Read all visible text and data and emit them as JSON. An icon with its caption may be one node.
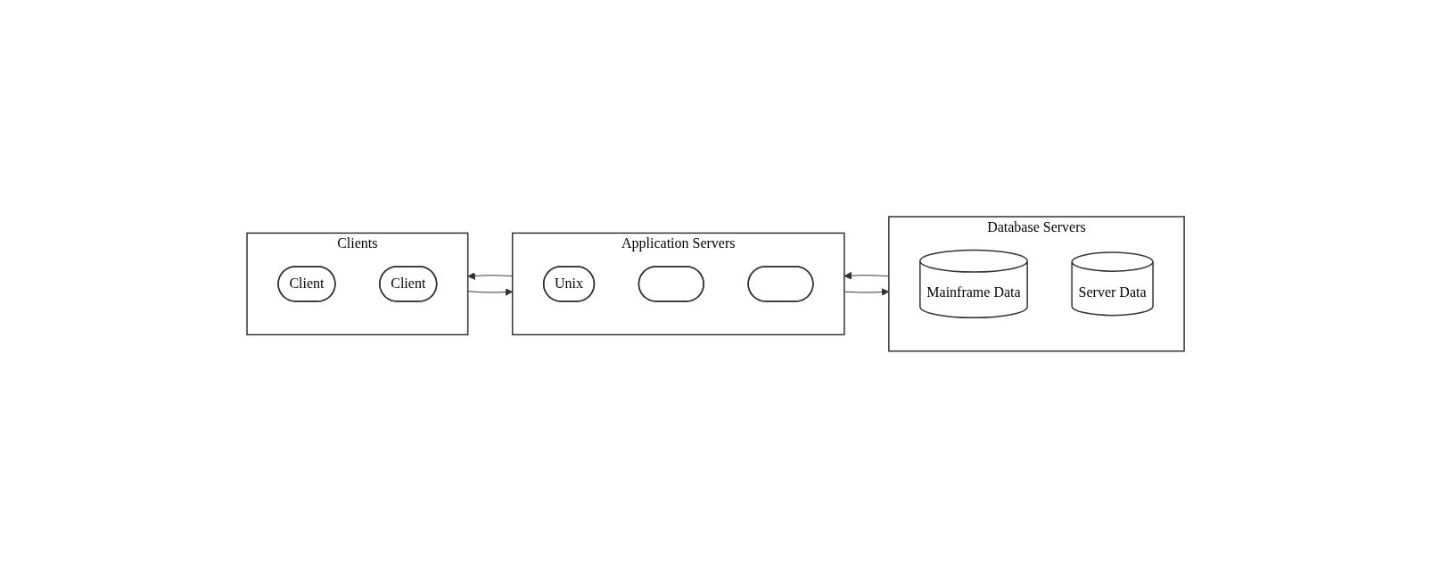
{
  "diagram": {
    "nodes": [
      {
        "text": [
          "Clients"
        ]
      },
      {
        "text": [
          "Client"
        ],
        "in": 0
      },
      {
        "text": [
          "Client"
        ],
        "in": 0
      },
      {
        "text": [
          "Application Servers"
        ]
      },
      {
        "text": [
          "Unix"
        ],
        "in": 3
      },
      {
        "text": [],
        "shape": "circle",
        "in": 3
      },
      {
        "text": [],
        "shape": "circle",
        "in": 3
      },
      {
        "text": [
          "Database Servers"
        ]
      },
      {
        "text": [
          "Mainframe Data"
        ],
        "in": 7
      },
      {
        "text": [
          "Server Data"
        ],
        "in": 7
      }
    ],
    "edges": [
      {
        "from": 0,
        "to": 3,
        "arrow": "to"
      },
      {
        "from": 3,
        "to": 0,
        "arrow": "to"
      },
      {
        "from": 3,
        "to": 7,
        "arrow": "to"
      },
      {
        "from": 7,
        "to": 3,
        "arrow": "to"
      }
    ]
  }
}
